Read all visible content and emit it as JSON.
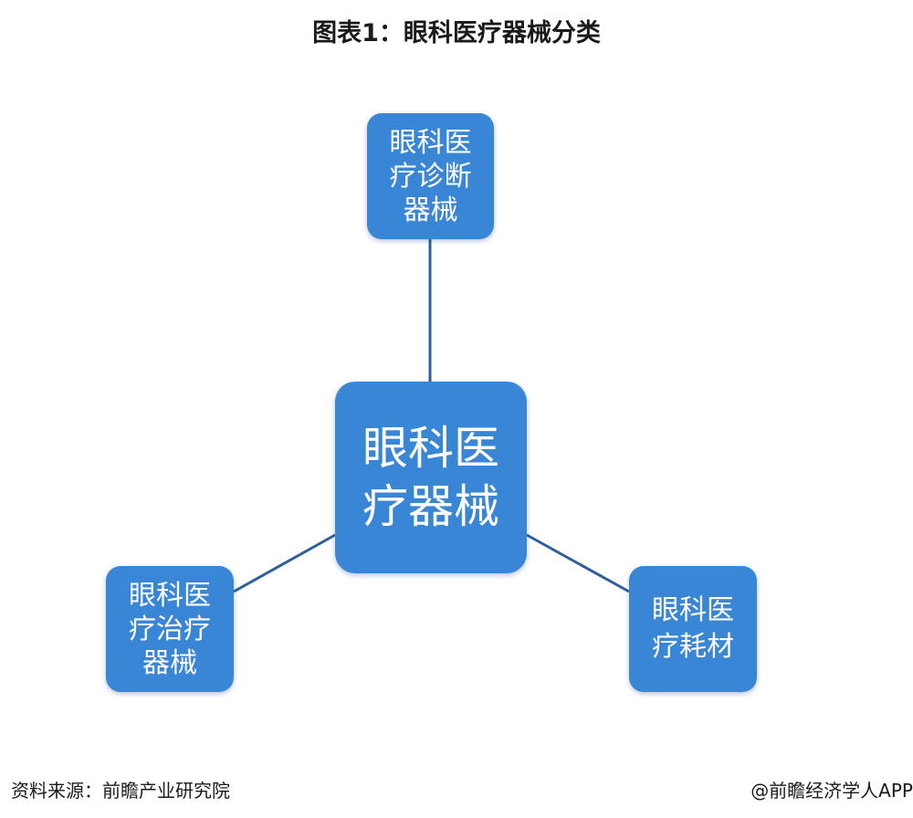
{
  "title": "图表1：眼科医疗器械分类",
  "nodes": {
    "center": "眼科医\n疗器械",
    "top": "眼科医\n疗诊断\n器械",
    "left": "眼科医\n疗治疗\n器械",
    "right": "眼科医\n疗耗材"
  },
  "footer": {
    "source": "资料来源：前瞻产业研究院",
    "credit": "@前瞻经济学人APP"
  },
  "colors": {
    "node_fill": "#3a86d6",
    "connector": "#2e5f9c"
  }
}
